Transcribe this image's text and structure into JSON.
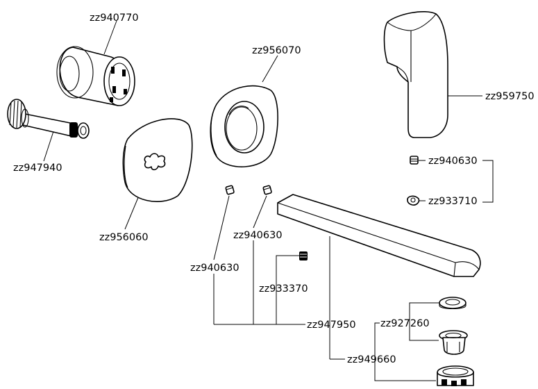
{
  "diagram": {
    "parts": [
      {
        "id": "zz940770"
      },
      {
        "id": "zz947940"
      },
      {
        "id": "zz956060"
      },
      {
        "id": "zz956070"
      },
      {
        "id": "zz959750"
      },
      {
        "id": "zz940630"
      },
      {
        "id": "zz933710"
      },
      {
        "id": "zz940630"
      },
      {
        "id": "zz940630"
      },
      {
        "id": "zz933370"
      },
      {
        "id": "zz947950"
      },
      {
        "id": "zz927260"
      },
      {
        "id": "zz949660"
      }
    ]
  }
}
